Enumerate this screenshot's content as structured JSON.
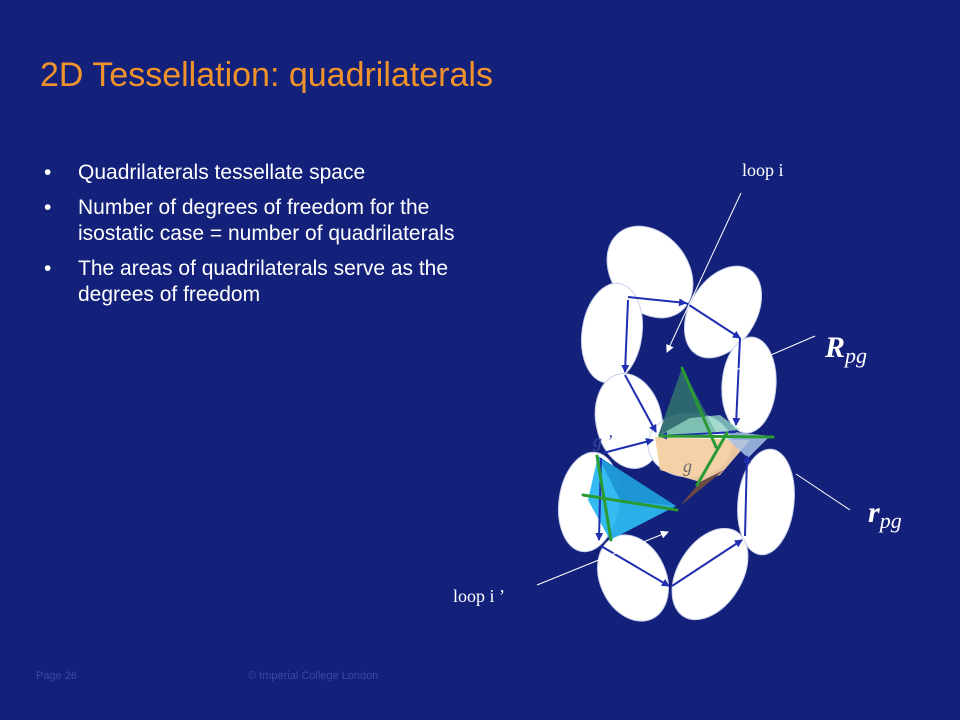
{
  "title": "2D Tessellation: quadrilaterals",
  "bullets": [
    "Quadrilaterals tessellate space",
    "Number of degrees of freedom for the isostatic case = number of quadrilaterals",
    "The areas of quadrilaterals serve as the degrees of freedom"
  ],
  "diagram": {
    "loop_i": "loop i",
    "loop_i_prime": "loop i ’",
    "R_main": "R",
    "R_sub": "pg",
    "r_main": "r",
    "r_sub": "pg",
    "g_prime": "g ’",
    "g": "g"
  },
  "footer": {
    "page": "Page 26",
    "copyright": "© Imperial College London"
  }
}
